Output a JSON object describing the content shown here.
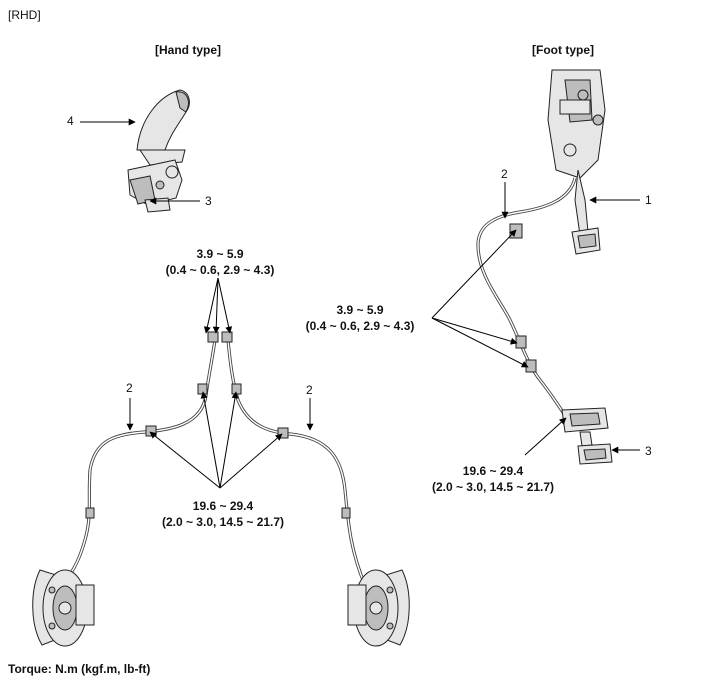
{
  "header": {
    "region_tag": "[RHD]"
  },
  "hand_type": {
    "title": "[Hand type]",
    "callouts": {
      "lever": "4",
      "bracket": "3",
      "cable_left": "2",
      "cable_right": "2"
    },
    "torque_upper": {
      "nm": "3.9 ~ 5.9",
      "alt": "(0.4 ~ 0.6, 2.9 ~ 4.3)"
    },
    "torque_lower": {
      "nm": "19.6 ~ 29.4",
      "alt": "(2.0 ~ 3.0, 14.5 ~ 21.7)"
    }
  },
  "foot_type": {
    "title": "[Foot type]",
    "callouts": {
      "pedal": "1",
      "cable": "2",
      "equalizer": "3"
    },
    "torque_upper": {
      "nm": "3.9 ~ 5.9",
      "alt": "(0.4 ~ 0.6, 2.9 ~ 4.3)"
    },
    "torque_lower": {
      "nm": "19.6 ~ 29.4",
      "alt": "(2.0 ~ 3.0, 14.5 ~ 21.7)"
    }
  },
  "footer": {
    "torque_units": "Torque: N.m (kgf.m, lb-ft)"
  }
}
